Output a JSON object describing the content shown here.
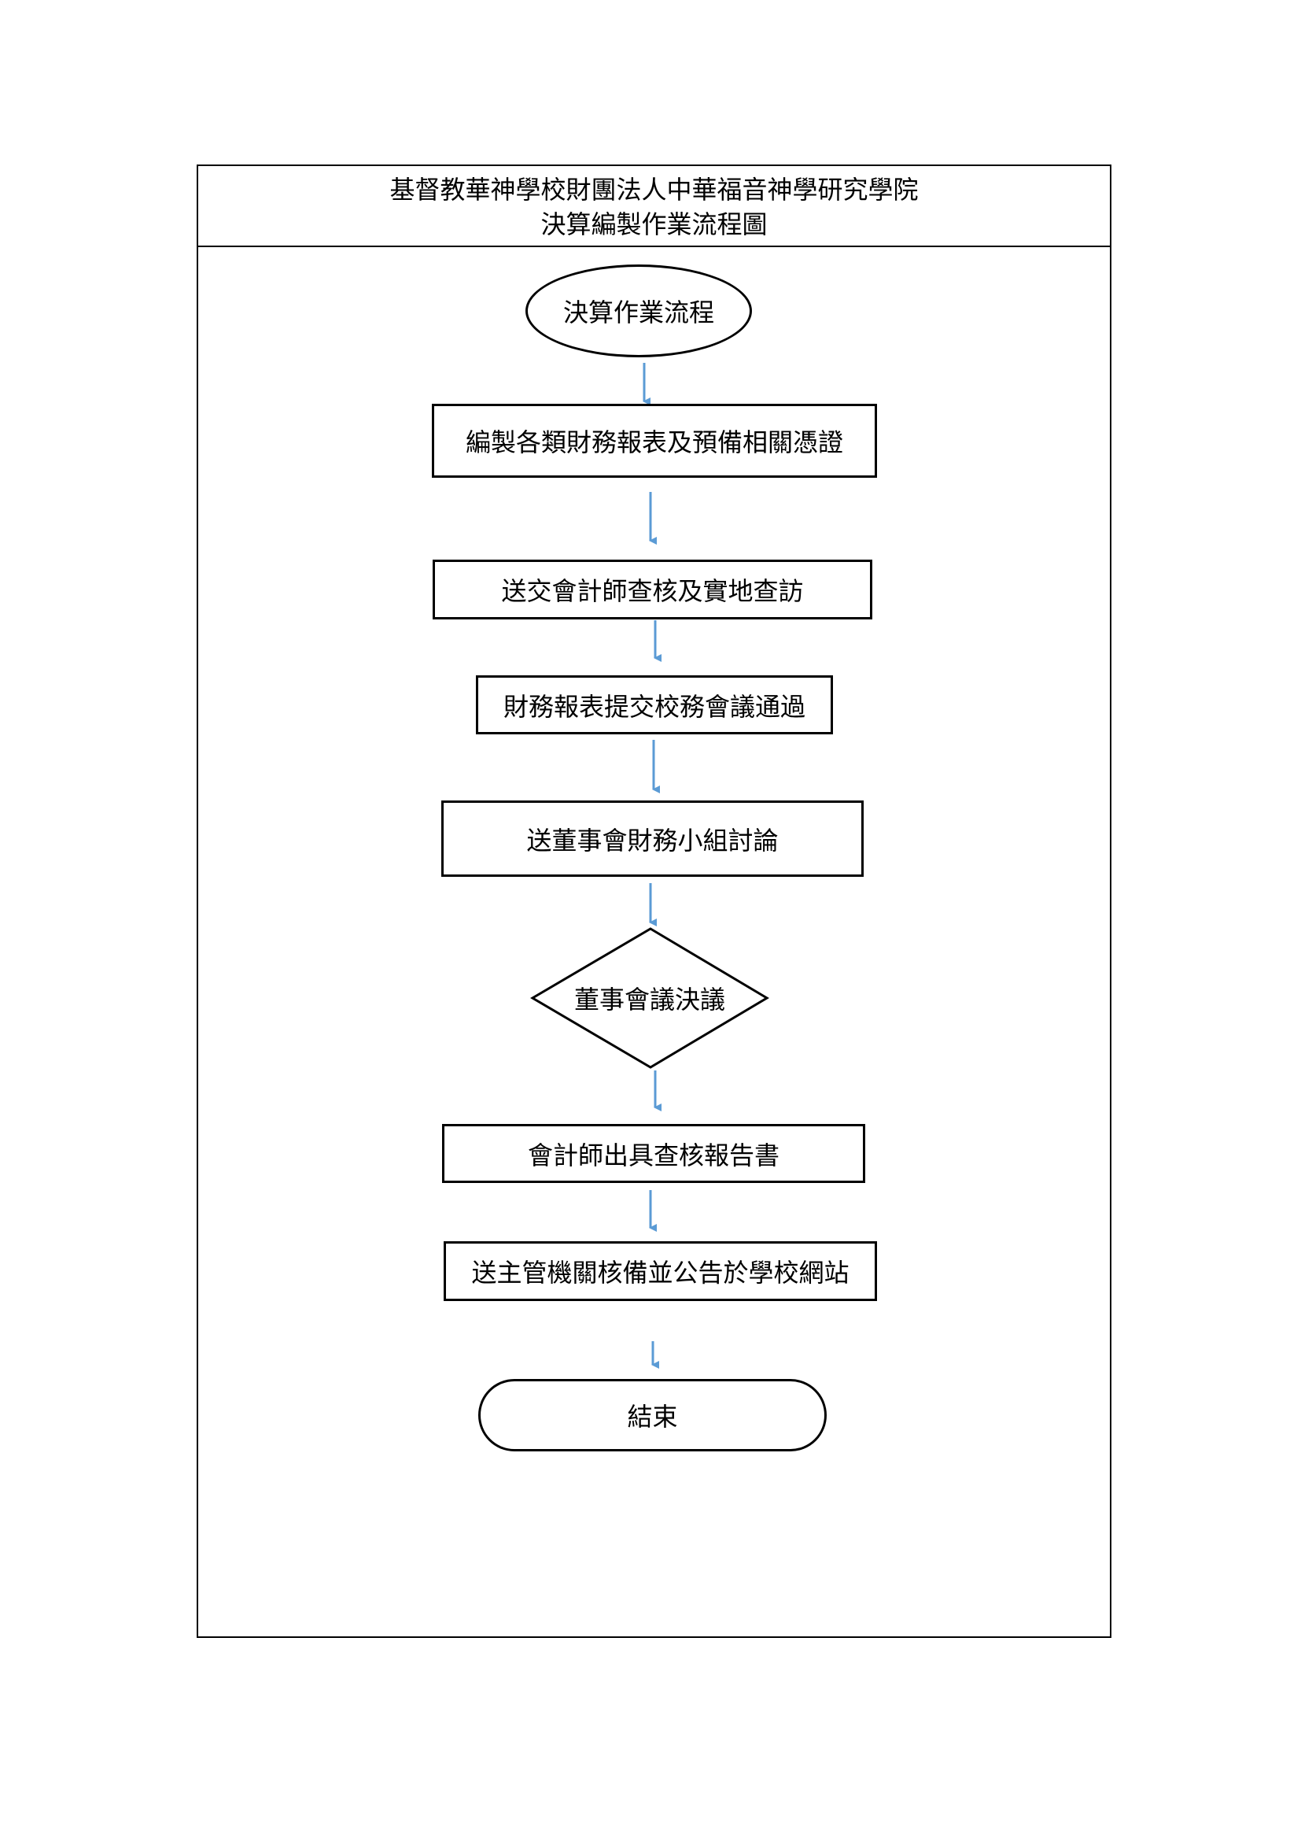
{
  "header": {
    "line1": "基督教華神學校財團法人中華福音神學研究學院",
    "line2": "決算編製作業流程圖"
  },
  "flow": {
    "start": "決算作業流程",
    "step1": "編製各類財務報表及預備相關憑證",
    "step2": "送交會計師查核及實地查訪",
    "step3": "財務報表提交校務會議通過",
    "step4": "送董事會財務小組討論",
    "decision": "董事會議決議",
    "step5": "會計師出具查核報告書",
    "step6": "送主管機關核備並公告於學校網站",
    "end": "結束"
  },
  "colors": {
    "arrow": "#5b9bd5",
    "border": "#000000"
  }
}
